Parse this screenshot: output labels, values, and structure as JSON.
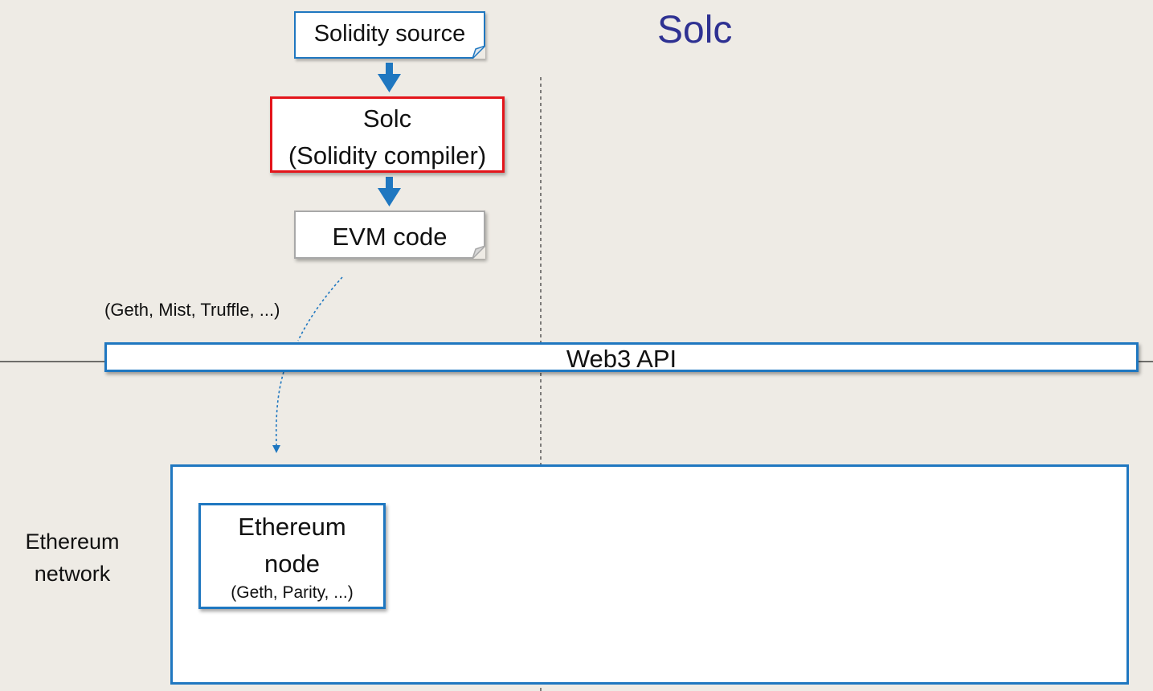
{
  "title": "Solc",
  "nodes": {
    "solidity_source": "Solidity source",
    "compiler_name": "Solc",
    "compiler_desc": "(Solidity compiler)",
    "evm_code": "EVM code",
    "web3_api": "Web3 API",
    "ethereum_node_title_1": "Ethereum",
    "ethereum_node_title_2": "node",
    "ethereum_node_sub": "(Geth, Parity, ...)"
  },
  "labels": {
    "tools": "(Geth, Mist, Truffle, ...)",
    "network_line1": "Ethereum",
    "network_line2": "network"
  },
  "colors": {
    "background": "#EEEBE5",
    "title": "#2E3192",
    "box_border": "#1F77C0",
    "compiler_border": "#E3151B",
    "arrow": "#1F77C0"
  }
}
